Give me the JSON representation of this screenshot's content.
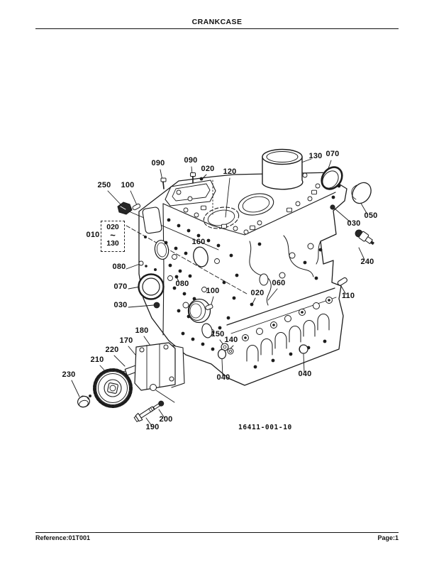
{
  "header": {
    "title": "CRANKCASE"
  },
  "figure": {
    "number": "16411-001-10"
  },
  "range_bracket": {
    "group": "010",
    "from": "020",
    "range_symbol": "~",
    "to": "130"
  },
  "callouts": [
    "250",
    "100",
    "090",
    "090",
    "020",
    "120",
    "130",
    "070",
    "050",
    "030",
    "240",
    "110",
    "160",
    "080",
    "070",
    "030",
    "080",
    "100",
    "020",
    "060",
    "150",
    "140",
    "040",
    "040",
    "180",
    "170",
    "220",
    "210",
    "230",
    "190",
    "200"
  ],
  "footer": {
    "reference": "Reference:01T001",
    "page": "Page:1"
  }
}
